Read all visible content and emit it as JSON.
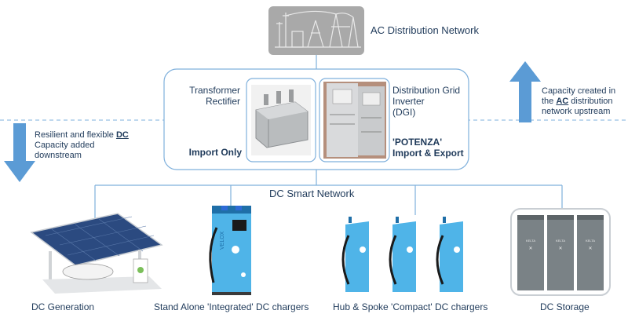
{
  "ac_network": {
    "label": "AC Distribution Network"
  },
  "left_box": {
    "label_line1": "Transformer",
    "label_line2": "Rectifier",
    "mode": "Import Only"
  },
  "right_box": {
    "label_line1": "Distribution Grid",
    "label_line2": "Inverter",
    "label_line3": "(DGI)",
    "product": "'POTENZA'",
    "mode": "Import & Export"
  },
  "arrow_down": {
    "text_line1_pre": "Resilient and flexible ",
    "text_line1_em": "DC",
    "text_line2": "Capacity added",
    "text_line3": "downstream",
    "color": "#5b9bd5"
  },
  "arrow_up": {
    "text_line1": "Capacity created in",
    "text_line2_pre": "the ",
    "text_line2_em": "AC",
    "text_line2_post": " distribution",
    "text_line3": "network upstream",
    "color": "#5b9bd5"
  },
  "dc_network": {
    "label": "DC Smart Network"
  },
  "nodes": {
    "generation": "DC Generation",
    "standalone": "Stand Alone 'Integrated' DC chargers",
    "hub": "Hub & Spoke 'Compact' DC chargers",
    "storage": "DC Storage"
  },
  "brand": {
    "charger_text": "VELOX",
    "storage_text": "KELTA"
  },
  "colors": {
    "line": "#7fb0dc",
    "charger_blue": "#4fb4e8",
    "storage_gray": "#7a8286"
  }
}
